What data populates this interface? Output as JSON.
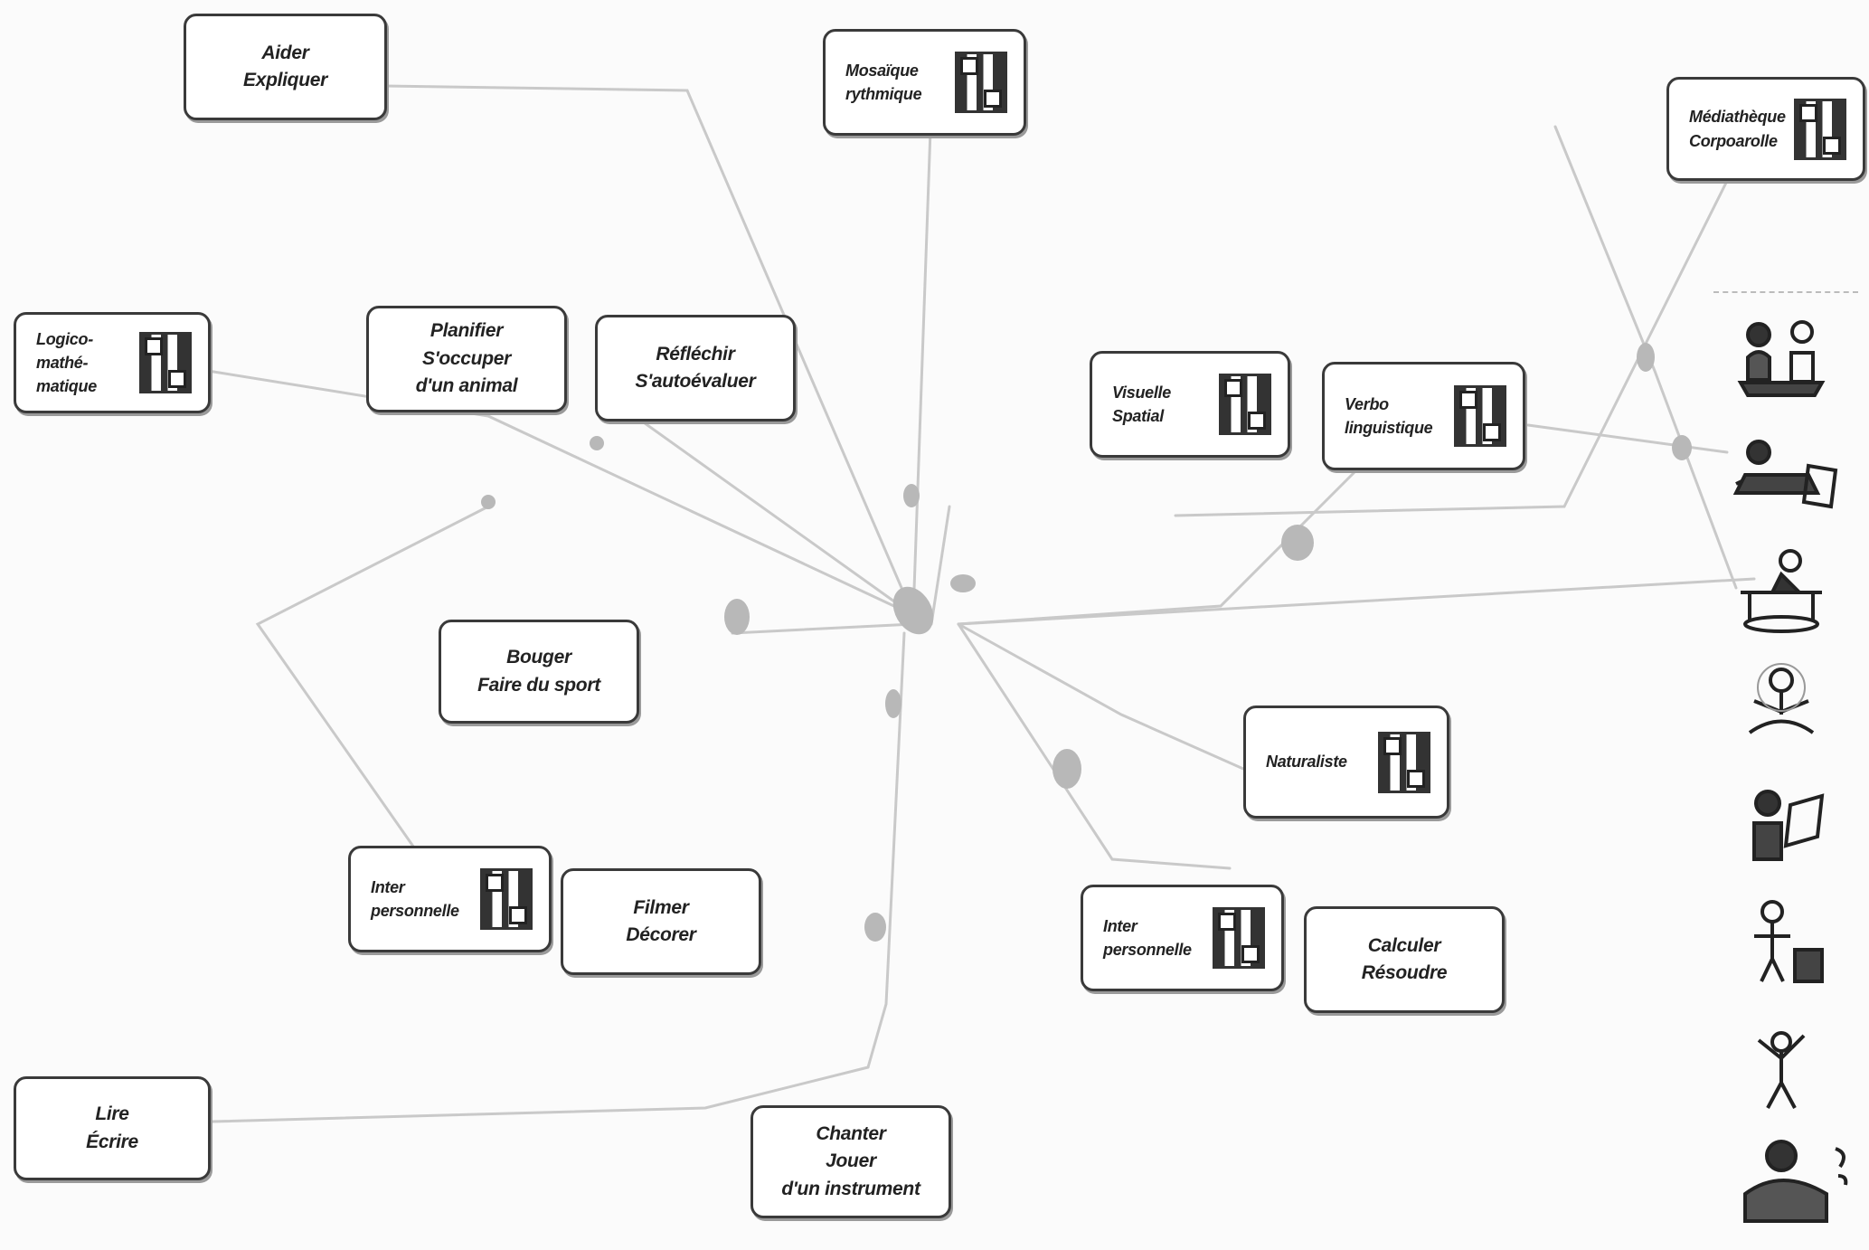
{
  "boxes": {
    "aider": {
      "line1": "Aider",
      "line2": "Expliquer"
    },
    "mosaic": {
      "line1": "Mosaïque",
      "line2": "rythmique"
    },
    "mediatheque": {
      "line1": "Médiathèque",
      "line2": "Corpoarolle"
    },
    "logique": {
      "line1": "Logico-",
      "line2": "mathé-",
      "line3": "matique"
    },
    "planifier": {
      "line1": "Planifier",
      "line2": "S'occuper",
      "line3": "d'un animal"
    },
    "reflechir": {
      "line1": "Réfléchir",
      "line2": "S'autoévaluer"
    },
    "visuel": {
      "line1": "Visuelle",
      "line2": "Spatial"
    },
    "verbo": {
      "line1": "Verbo",
      "line2": "linguistique"
    },
    "bouger": {
      "line1": "Bouger",
      "line2": "Faire du sport"
    },
    "naturaliste": {
      "line1": "Naturaliste"
    },
    "inter1": {
      "line1": "Inter",
      "line2": "personnelle"
    },
    "filmer": {
      "line1": "Filmer",
      "line2": "Décorer"
    },
    "inter2": {
      "line1": "Inter",
      "line2": "personnelle"
    },
    "calculer": {
      "line1": "Calculer",
      "line2": "Résoudre"
    },
    "lire": {
      "line1": "Lire",
      "line2": "Écrire"
    },
    "chanter": {
      "line1": "Chanter",
      "line2": "Jouer",
      "line3": "d'un instrument"
    }
  },
  "icons": {
    "qr": "qr-code-icon",
    "p1": "children-reading-icon",
    "p2": "child-lying-reading-icon",
    "p3": "child-at-desk-icon",
    "p4": "meditating-child-icon",
    "p5": "child-with-computer-icon",
    "p6": "child-gardening-icon",
    "p7": "child-dancing-icon",
    "p8": "child-playing-music-icon"
  }
}
